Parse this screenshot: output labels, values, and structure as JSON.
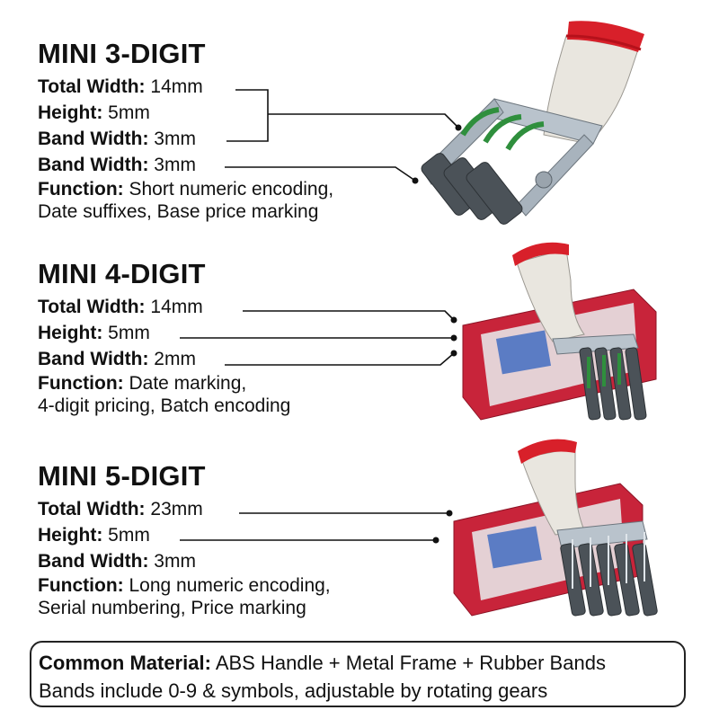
{
  "sections": [
    {
      "title": "MINI 3-DIGIT",
      "total_width_label": "Total Width:",
      "total_width_value": "14mm",
      "height_label": "Height:",
      "height_value": "5mm",
      "band_width_label": "Band Width:",
      "band_width_value": "3mm",
      "band_width2_label": "Band Width:",
      "band_width2_value": "3mm",
      "function_label": "Function:",
      "function_line1": "Short numeric encoding,",
      "function_line2": "Date suffixes, Base price marking"
    },
    {
      "title": "MINI 4-DIGIT",
      "total_width_label": "Total Width:",
      "total_width_value": "14mm",
      "height_label": "Height:",
      "height_value": "5mm",
      "band_width_label": "Band Width:",
      "band_width_value": "2mm",
      "function_label": "Function:",
      "function_line1": "Date marking,",
      "function_line2": "4-digit pricing, Batch encoding"
    },
    {
      "title": "MINI 5-DIGIT",
      "total_width_label": "Total Width:",
      "total_width_value": "23mm",
      "height_label": "Height:",
      "height_value": "5mm",
      "band_width_label": "Band Width:",
      "band_width_value": "3mm",
      "function_label": "Function:",
      "function_line1": "Long numeric encoding,",
      "function_line2": "Serial numbering, Price marking"
    }
  ],
  "footer": {
    "material_label": "Common Material:",
    "material_value": "ABS Handle + Metal Frame + Rubber Bands",
    "note": "Bands include 0-9 & symbols, adjustable by rotating gears"
  },
  "colors": {
    "text": "#111111",
    "handle": "#e9e6df",
    "cap": "#d8202a",
    "metal": "#b9c3cc",
    "rubber": "#4b5258",
    "green_band": "#2f8f3d",
    "box": "#c8243a"
  },
  "icons": [
    "stamp-3-digit-image",
    "stamp-4-digit-image",
    "stamp-5-digit-image"
  ]
}
